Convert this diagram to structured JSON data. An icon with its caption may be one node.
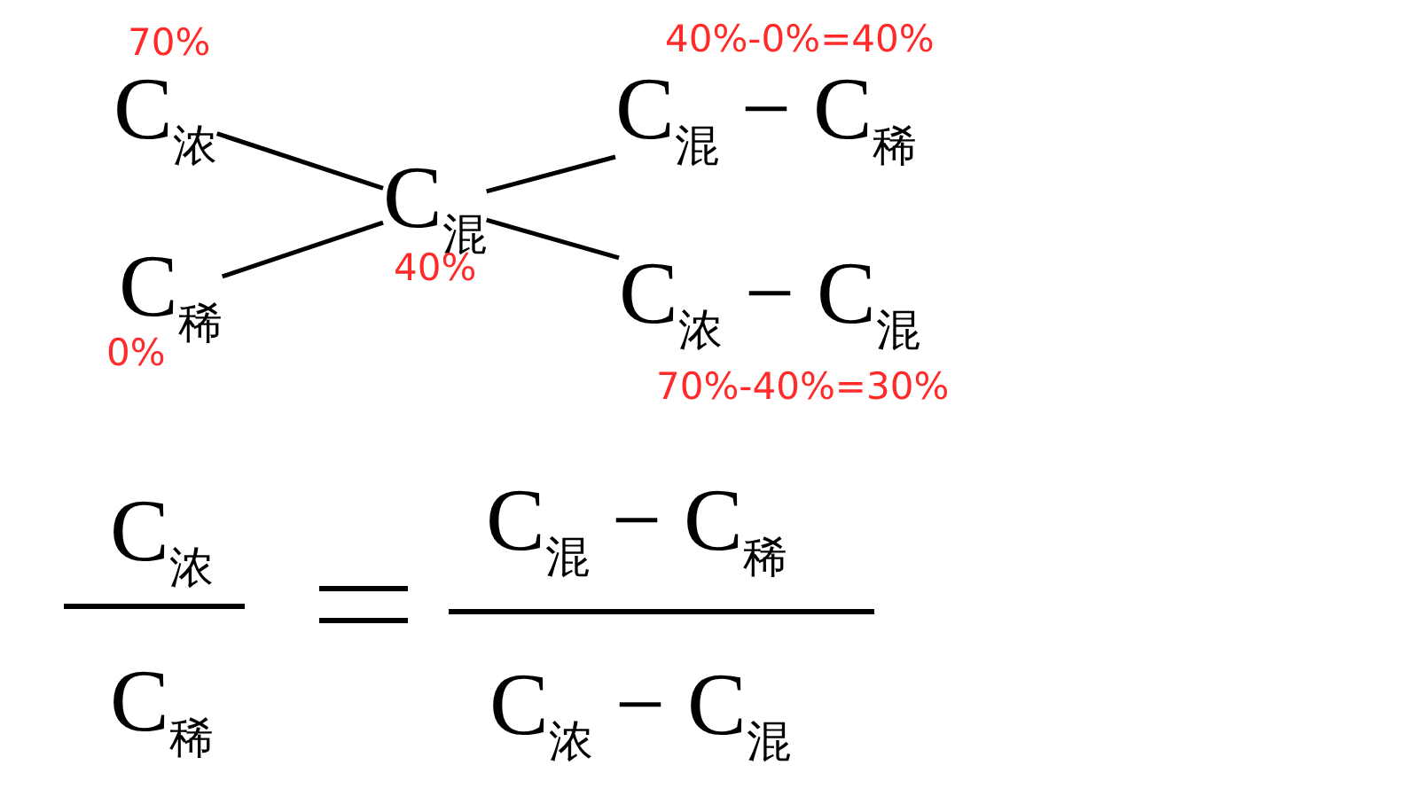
{
  "diagram": {
    "nodes": [
      {
        "text": [
          "C$_{浓}$"
        ],
        "beside": [
          "70%"
        ]
      },
      {
        "text": [
          "C$_{稀}$"
        ],
        "beside": [
          "0%"
        ]
      },
      {
        "text": [
          "C$_{混}$"
        ],
        "beside": [
          "40%"
        ]
      },
      {
        "text": [
          "C$_{混}$ − C$_{稀}$"
        ],
        "beside": [
          "40%-0%=40%"
        ]
      },
      {
        "text": [
          "C$_{浓}$ − C$_{混}$"
        ],
        "beside": [
          "70%-40%=30%"
        ]
      }
    ],
    "edges": [
      {
        "from": 0,
        "to": 2,
        "arrow": "none"
      },
      {
        "from": 1,
        "to": 2,
        "arrow": "none"
      },
      {
        "from": 2,
        "to": 3,
        "arrow": "none"
      },
      {
        "from": 2,
        "to": 4,
        "arrow": "none"
      }
    ],
    "labels": [
      "C$_{浓}$",
      "C$_{稀}$",
      "C$_{混}$ − C$_{稀}$",
      "C$_{浓}$ − C$_{混}$"
    ]
  }
}
